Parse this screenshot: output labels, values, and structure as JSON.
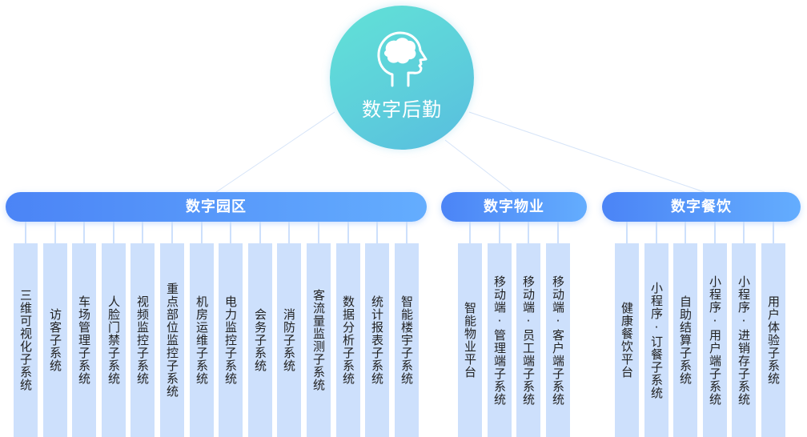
{
  "root": {
    "title": "数字后勤",
    "icon": "brain-head-icon"
  },
  "colors": {
    "root_gradient_start": "#62e2d7",
    "root_gradient_end": "#58bddf",
    "banner_gradient_start": "#4b84f6",
    "banner_gradient_end": "#64adfe",
    "column_bg": "#cde0fc",
    "connector": "#d6e4f8"
  },
  "branches": [
    {
      "title": "数字园区",
      "items": [
        "三维可视化子系统",
        "访客子系统",
        "车场管理子系统",
        "人脸门禁子系统",
        "视频监控子系统",
        "重点部位监控子系统",
        "机房运维子系统",
        "电力监控子系统",
        "会务子系统",
        "消防子系统",
        "客流量监测子系统",
        "数据分析子系统",
        "统计报表子系统",
        "智能楼宇子系统"
      ]
    },
    {
      "title": "数字物业",
      "items": [
        "智能物业平台",
        "移动端·管理端子系统",
        "移动端·员工端子系统",
        "移动端·客户端子系统"
      ]
    },
    {
      "title": "数字餐饮",
      "items": [
        "健康餐饮平台",
        "小程序·订餐子系统",
        "自助结算子系统",
        "小程序·用户端子系统",
        "小程序·进销存子系统",
        "用户体验子系统"
      ]
    }
  ]
}
